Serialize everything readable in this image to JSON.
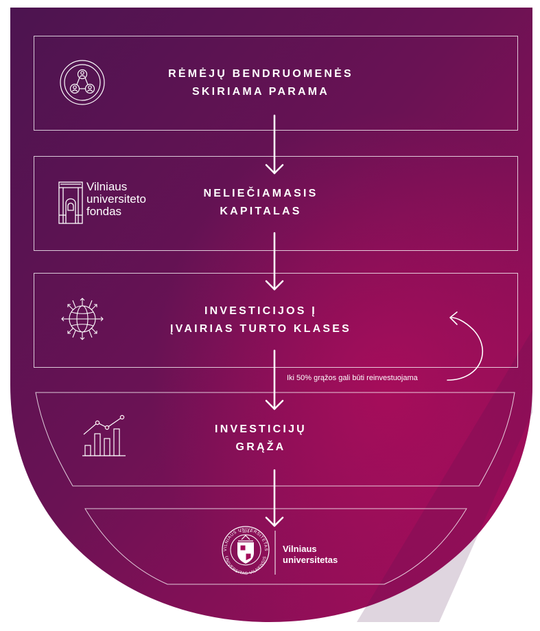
{
  "colors": {
    "background_dark": "#4f1450",
    "background_mid": "#7a1156",
    "background_magenta": "#a30c5a",
    "line": "#ffffff"
  },
  "steps": [
    {
      "id": "support",
      "lines": [
        "RĖMĖJŲ BENDRUOMENĖS",
        "SKIRIAMA PARAMA"
      ],
      "icon": "community-people-icon"
    },
    {
      "id": "capital",
      "lines": [
        "NELIEČIAMASIS",
        "KAPITALAS"
      ],
      "icon": "vu-fund-building-icon"
    },
    {
      "id": "investments",
      "lines": [
        "INVESTICIJOS Į",
        "ĮVAIRIAS TURTO KLASES"
      ],
      "icon": "globe-icon"
    },
    {
      "id": "returns",
      "lines": [
        "INVESTICIJŲ",
        "GRĄŽA"
      ],
      "icon": "bar-chart-growth-icon"
    }
  ],
  "fund_logo": {
    "lines": [
      "Vilniaus",
      "universiteto",
      "fondas"
    ]
  },
  "reinvest_note": "Iki 50% grąžos gali būti reinvestuojama",
  "university_logo": {
    "lines": [
      "Vilniaus",
      "universitetas"
    ],
    "seal_text_top": "VILNIAUS UNIVERSITETAS",
    "seal_text_bottom": "UNIVERSITAS VILNENSIS",
    "seal_year": "• 1579 •"
  }
}
